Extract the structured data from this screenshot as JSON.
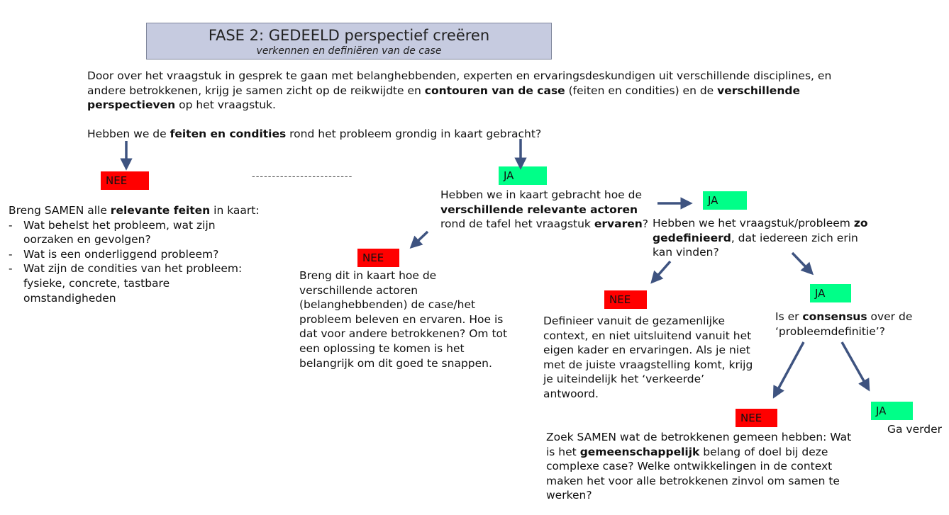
{
  "header": {
    "title": "FASE 2: GEDEELD perspectief creëren",
    "subtitle": "verkennen en definiëren van de case"
  },
  "intro": {
    "p1_a": "Door over het vraagstuk in gesprek te gaan met belanghebbenden, experten en ervaringsdeskundigen uit verschillende disciplines, en andere betrokkenen, krijg je samen zicht op de reikwijdte en ",
    "p1_b": "contouren van de case",
    "p1_c": " (feiten en condities) en de ",
    "p1_d": "verschillende perspectieven",
    "p1_e": " op het vraagstuk."
  },
  "q1": {
    "a": "Hebben we de ",
    "b": "feiten en condities",
    "c": " rond het probleem grondig in kaart gebracht?"
  },
  "labels": {
    "nee": "NEE",
    "ja": "JA"
  },
  "n1": {
    "a": "Breng SAMEN alle ",
    "b": "relevante feiten",
    "c": " in kaart:",
    "items": [
      "Wat behelst het probleem, wat zijn oorzaken en gevolgen?",
      "Wat is een onderliggend probleem?",
      "Wat zijn de condities van het probleem: fysieke, concrete, tastbare omstandigheden"
    ]
  },
  "divider": "-------------------------",
  "q2": {
    "a": "Hebben we in kaart gebracht hoe de ",
    "b": "verschillende relevante actoren",
    "c": " rond de tafel het vraagstuk ",
    "d": "ervaren",
    "e": "?"
  },
  "n2": {
    "text": "Breng dit in kaart hoe de verschillende actoren (belanghebbenden) de case/het probleem beleven en ervaren. Hoe is dat voor andere betrokkenen? Om tot een oplossing te komen is het belangrijk om dit goed te snappen."
  },
  "q3": {
    "a": "Hebben we het vraagstuk/probleem ",
    "b": "zo gedefinieerd",
    "c": ", dat iedereen zich erin kan vinden?"
  },
  "n3": {
    "text": "Definieer vanuit de gezamenlijke context, en niet uitsluitend vanuit het eigen kader en ervaringen. Als je niet met de juiste vraagstelling komt, krijg je uiteindelijk het ‘verkeerde’ antwoord."
  },
  "q4": {
    "a": "Is er ",
    "b": "consensus",
    "c": " over de ‘probleemdefinitie’?"
  },
  "n4": {
    "a": "Zoek SAMEN wat de betrokkenen gemeen hebben: Wat is het ",
    "b": "gemeenschappelijk",
    "c": " belang of doel bij deze complexe case? Welke ontwikkelingen in de context maken het voor alle betrokkenen zinvol om samen te werken?"
  },
  "y4": {
    "text": "Ga verder"
  },
  "colors": {
    "no": "#ff0000",
    "yes": "#00ff88",
    "arrow": "#3e5380",
    "title_bg": "#c6cbe0"
  }
}
